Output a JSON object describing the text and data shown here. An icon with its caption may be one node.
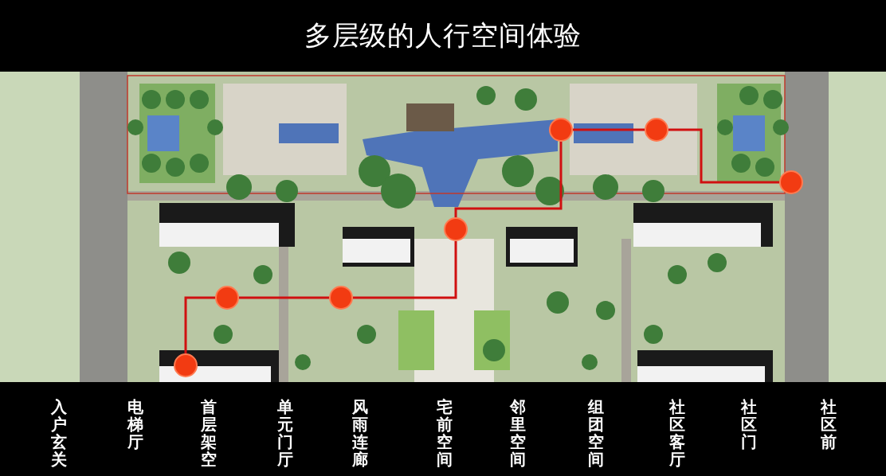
{
  "diagram": {
    "title": "多层级的人行空间体验",
    "nodes": [
      {
        "text": [],
        "shape": "circle"
      },
      {
        "text": [],
        "shape": "circle"
      },
      {
        "text": [],
        "shape": "circle"
      },
      {
        "text": [],
        "shape": "circle"
      },
      {
        "text": [],
        "shape": "circle"
      },
      {
        "text": [],
        "shape": "circle"
      },
      {
        "text": [],
        "shape": "circle"
      }
    ],
    "edges": [
      {
        "from": 0,
        "to": 1,
        "arrow": "none"
      },
      {
        "from": 1,
        "to": 2,
        "arrow": "none"
      },
      {
        "from": 2,
        "to": 3,
        "arrow": "none"
      },
      {
        "from": 3,
        "to": 4,
        "arrow": "none"
      },
      {
        "from": 4,
        "to": 5,
        "arrow": "none"
      },
      {
        "from": 5,
        "to": 6,
        "arrow": "none"
      }
    ],
    "labels": [
      "入户玄关",
      "电梯厅",
      "首层架空",
      "单元门厅",
      "风雨连廊",
      "宅前空间",
      "邻里空间",
      "组团空间",
      "社区客厅",
      "社区门",
      "社区前"
    ]
  }
}
